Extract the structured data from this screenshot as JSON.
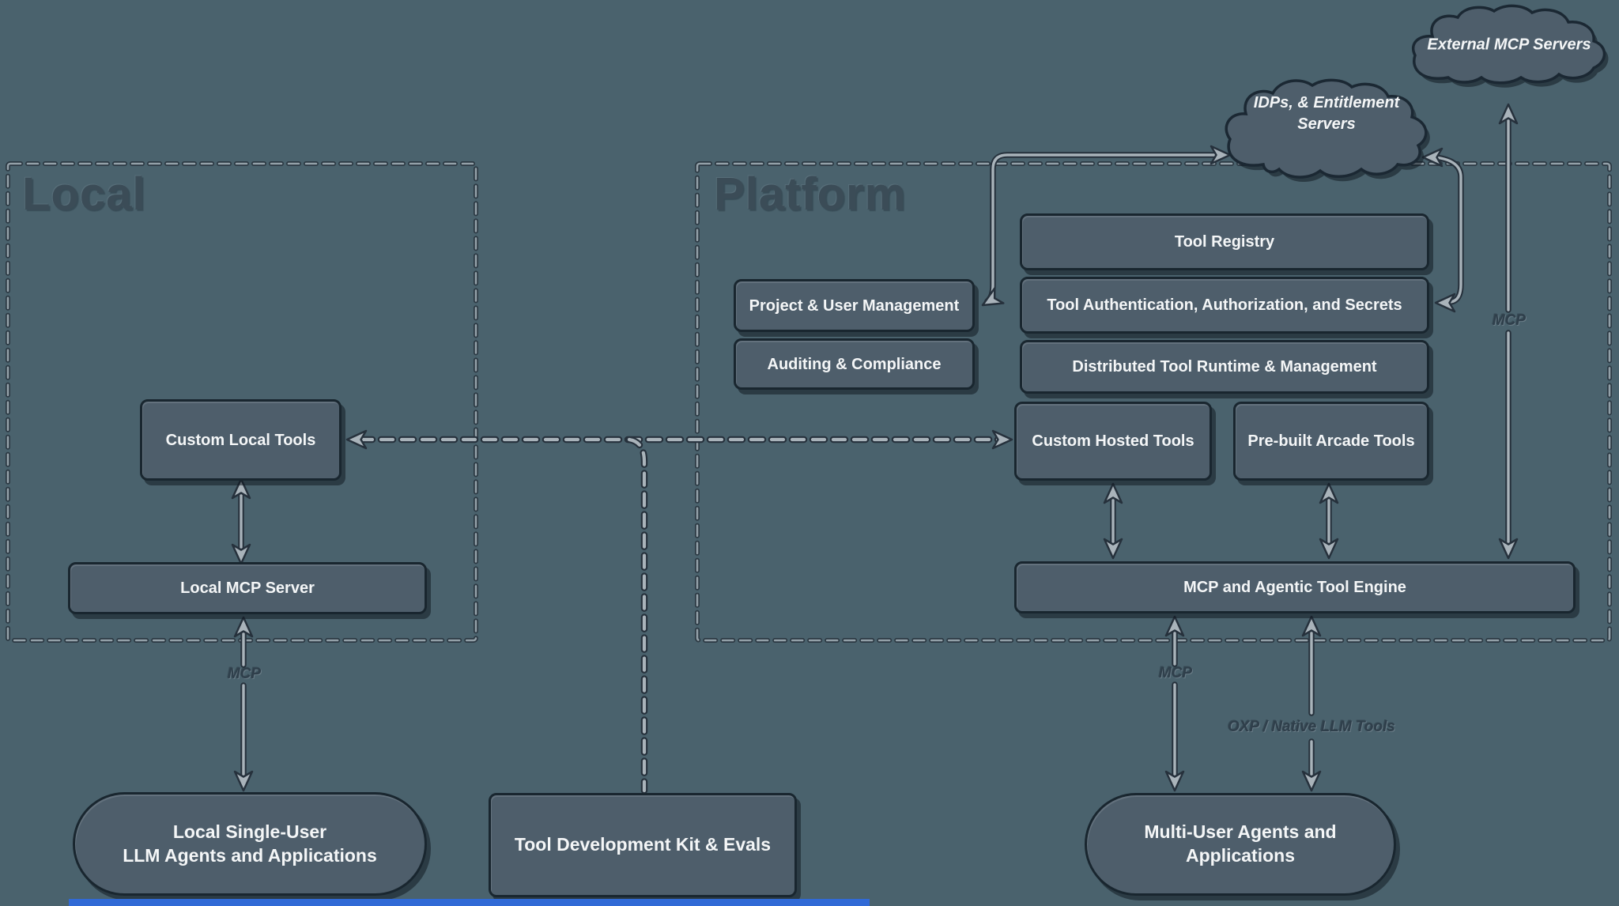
{
  "containers": {
    "local": {
      "title": "Local"
    },
    "platform": {
      "title": "Platform"
    }
  },
  "clouds": {
    "external": {
      "label": "External MCP Servers"
    },
    "idps": {
      "line1": "IDPs, & Entitlement",
      "line2": "Servers"
    }
  },
  "nodes": {
    "tool_registry": {
      "label": "Tool Registry"
    },
    "tool_auth": {
      "label": "Tool Authentication, Authorization, and Secrets"
    },
    "dist_runtime": {
      "label": "Distributed Tool Runtime & Management"
    },
    "project_user": {
      "label": "Project & User Management"
    },
    "auditing": {
      "label": "Auditing & Compliance"
    },
    "custom_hosted": {
      "label": "Custom Hosted Tools"
    },
    "prebuilt": {
      "label": "Pre-built Arcade Tools"
    },
    "mcp_engine": {
      "label": "MCP and Agentic Tool Engine"
    },
    "custom_local": {
      "label": "Custom Local Tools"
    },
    "local_mcp": {
      "label": "Local MCP Server"
    },
    "local_single_user": {
      "line1": "Local Single-User",
      "line2": "LLM Agents and Applications"
    },
    "tdk": {
      "label": "Tool Development Kit & Evals"
    },
    "multi_user": {
      "line1": "Multi-User Agents and",
      "line2": "Applications"
    }
  },
  "edge_labels": {
    "mcp_local": "MCP",
    "mcp_platform": "MCP",
    "oxp": "OXP / Native LLM Tools",
    "mcp_external": "MCP"
  },
  "colors": {
    "background": "#4a626d",
    "node_fill": "#4e5e6b",
    "node_border": "#19262f",
    "wire_light": "#a9b3ba",
    "wire_dark": "#26313c",
    "text_light": "#f4f6f7",
    "text_dark": "#3b4c57",
    "accent_bar": "#316ad6"
  }
}
